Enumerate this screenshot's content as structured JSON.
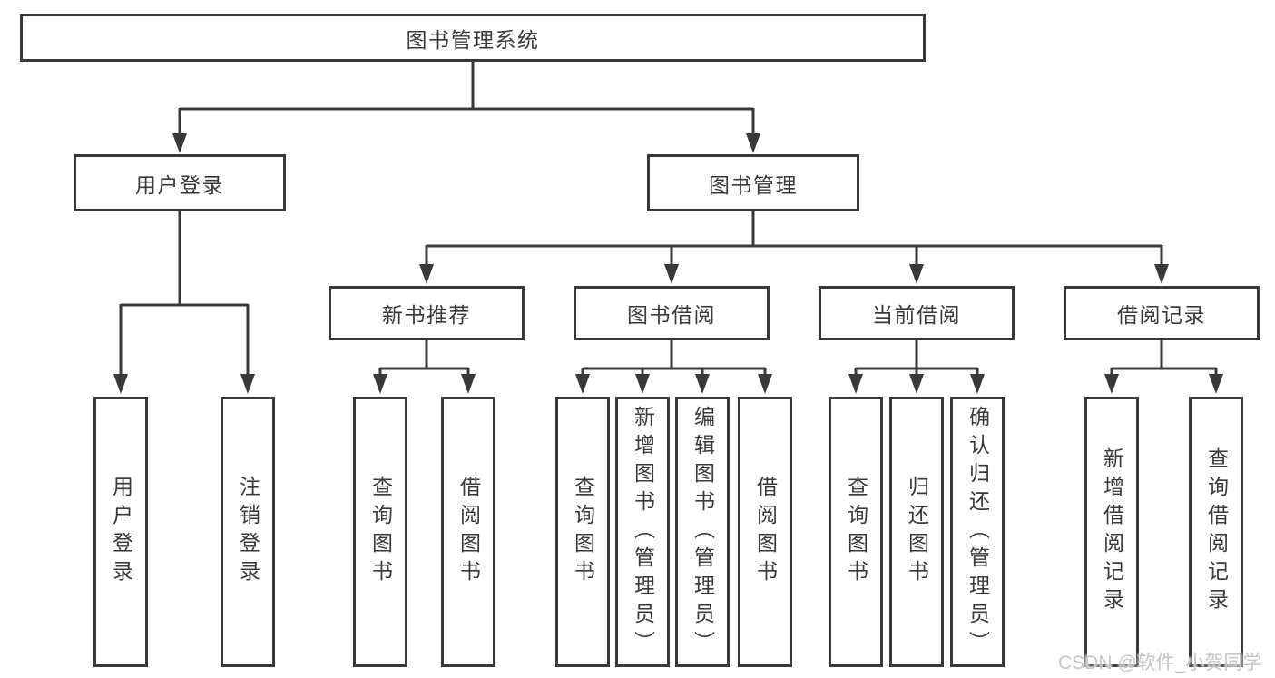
{
  "diagram": {
    "root": {
      "label": "图书管理系统"
    },
    "user_login": {
      "label": "用户登录",
      "children": [
        {
          "label": "用户登录"
        },
        {
          "label": "注销登录"
        }
      ]
    },
    "book_management": {
      "label": "图书管理",
      "children": [
        {
          "label": "新书推荐",
          "children": [
            {
              "label": "查询图书"
            },
            {
              "label": "借阅图书"
            }
          ]
        },
        {
          "label": "图书借阅",
          "children": [
            {
              "label": "查询图书"
            },
            {
              "label": "新增图书（管理员）"
            },
            {
              "label": "编辑图书（管理员）"
            },
            {
              "label": "借阅图书"
            }
          ]
        },
        {
          "label": "当前借阅",
          "children": [
            {
              "label": "查询图书"
            },
            {
              "label": "归还图书"
            },
            {
              "label": "确认归还（管理员）"
            }
          ]
        },
        {
          "label": "借阅记录",
          "children": [
            {
              "label": "新增借阅记录"
            },
            {
              "label": "查询借阅记录"
            }
          ]
        }
      ]
    },
    "watermark": "CSDN @软件_小贺同学"
  },
  "colors": {
    "line": "#39393b",
    "box_border": "#39393b",
    "text": "#3a3a3c",
    "background": "#ffffff",
    "watermark": "#c6c6c6"
  }
}
